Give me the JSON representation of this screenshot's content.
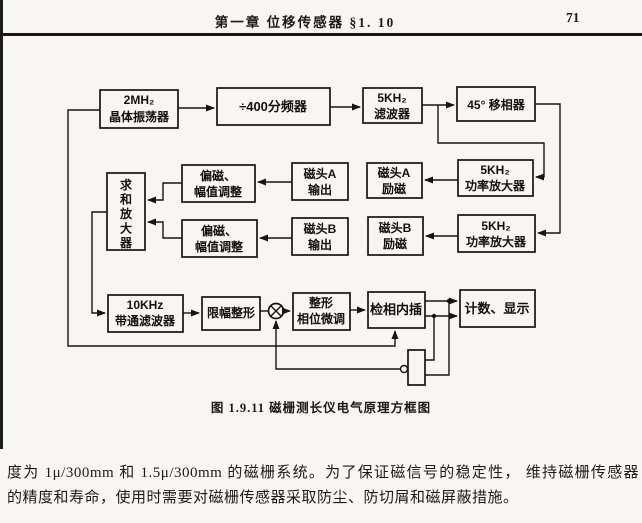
{
  "page": {
    "header": {
      "chapter_title": "第一章  位移传感器  §1. 10",
      "page_number": "71"
    },
    "caption": "图 1.9.11  磁栅测长仪电气原理方框图",
    "body": {
      "line1": "度为 1μ/300mm 和 1.5μ/300mm 的磁栅系统。为了保证磁信号的稳定性， 维持磁栅传感器",
      "line2": "的精度和寿命，使用时需要对磁栅传感器采取防尘、防切屑和磁屏蔽措施。"
    }
  },
  "diagram": {
    "blocks": {
      "crystal_osc": {
        "line1": "2MH₂",
        "line2": "晶体振荡器"
      },
      "divider": {
        "label": "÷400分频器"
      },
      "filter_5k": {
        "line1": "5KH₂",
        "line2": "滤波器"
      },
      "phase_shifter": {
        "label": "45° 移相器"
      },
      "power_amp_a": {
        "line1": "5KH₂",
        "line2": "功率放大器"
      },
      "power_amp_b": {
        "line1": "5KH₂",
        "line2": "功率放大器"
      },
      "head_a_exc": {
        "line1": "磁头A",
        "line2": "励磁"
      },
      "head_a_out": {
        "line1": "磁头A",
        "line2": "输出"
      },
      "head_b_exc": {
        "line1": "磁头B",
        "line2": "励磁"
      },
      "head_b_out": {
        "line1": "磁头B",
        "line2": "输出"
      },
      "bias_adj_a": {
        "line1": "偏磁、",
        "line2": "幅值调整"
      },
      "bias_adj_b": {
        "line1": "偏磁、",
        "line2": "幅值调整"
      },
      "sum_amp": {
        "chars": [
          "求",
          "和",
          "放",
          "大",
          "器"
        ]
      },
      "bandpass": {
        "line1": "10KHz",
        "line2": "带通滤波器"
      },
      "limiter": {
        "label": "限幅整形"
      },
      "shaper": {
        "line1": "整形",
        "line2": "相位微调"
      },
      "phase_detect": {
        "label": "检相内插"
      },
      "counter": {
        "label": "计数、显示"
      }
    },
    "symbols": {
      "mixer": "multiplier-circle-x",
      "inverter_bubble": "small-circle",
      "flip_flop_box": "unlabeled-tall-box"
    },
    "colors": {
      "ink": "#1b1b1b",
      "paper": "#f7f6f2"
    }
  }
}
